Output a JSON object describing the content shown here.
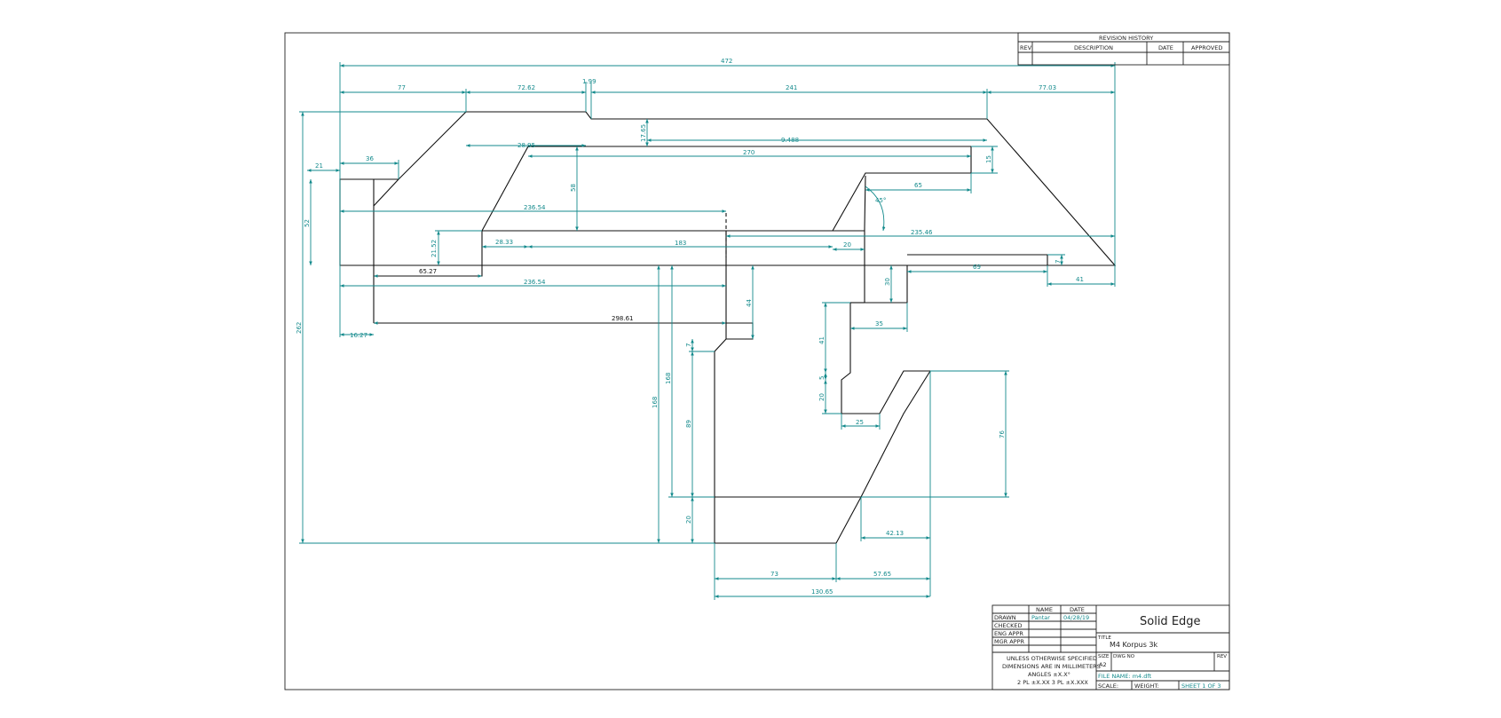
{
  "drawing": {
    "part_geometry": "profile outline",
    "colors": {
      "outline": "#111111",
      "dimension": "#138a8c",
      "border": "#222222"
    }
  },
  "dimensions": {
    "d472": "472",
    "d77": "77",
    "d7262": "72.62",
    "d199": "1.99",
    "d241": "241",
    "d7703": "77.03",
    "d1765": "17.65",
    "d9488": "9.488",
    "d2895": "28.95",
    "d270": "270",
    "d15a": "15",
    "d21": "21",
    "d36": "36",
    "d58": "58",
    "d65": "65",
    "d45deg": "45°",
    "d23654a": "236.54",
    "d23546": "235.46",
    "d52": "52",
    "d2152": "21.52",
    "d2833": "28.33",
    "d183": "183",
    "d20a": "20",
    "d7a": "7",
    "d69": "69",
    "d6527": "65.27",
    "d23654b": "236.54",
    "d41": "41",
    "d30": "30",
    "d44": "44",
    "d29861": "298.61",
    "d35": "35",
    "d1627": "16.27",
    "d262": "262",
    "d7b": "7",
    "d168": "168",
    "d89": "89",
    "d41b": "41",
    "d5": "5",
    "d20b": "20",
    "d25": "25",
    "d76": "76",
    "d20c": "20",
    "d4213": "42.13",
    "d73": "73",
    "d5765": "57.65",
    "d13065": "130.65"
  },
  "revision_block": {
    "title": "REVISION HISTORY",
    "col_rev": "REV",
    "col_description": "DESCRIPTION",
    "col_date": "DATE",
    "col_approved": "APPROVED"
  },
  "title_block": {
    "col_name": "NAME",
    "col_date": "DATE",
    "row_drawn": "DRAWN",
    "drawn_name": "Pantar",
    "drawn_date": "04/28/19",
    "row_checked": "CHECKED",
    "row_eng_appr": "ENG APPR",
    "row_mgr_appr": "MGR APPR",
    "note_line1": "UNLESS OTHERWISE SPECIFIED",
    "note_line2": "DIMENSIONS ARE IN MILLIMETERS",
    "note_line3": "ANGLES ±X.X°",
    "note_line4": "2 PL ±X.XX 3 PL ±X.XXX",
    "company": "Solid Edge",
    "title_label": "TITLE",
    "title_value": "M4 Korpus 3k",
    "size_label": "SIZE",
    "size_value": "A2",
    "dwg_no_label": "DWG NO",
    "rev_label": "REV",
    "file_name": "FILE NAME: m4.dft",
    "scale_label": "SCALE:",
    "weight_label": "WEIGHT:",
    "sheet_label": "SHEET 1 OF 3"
  }
}
